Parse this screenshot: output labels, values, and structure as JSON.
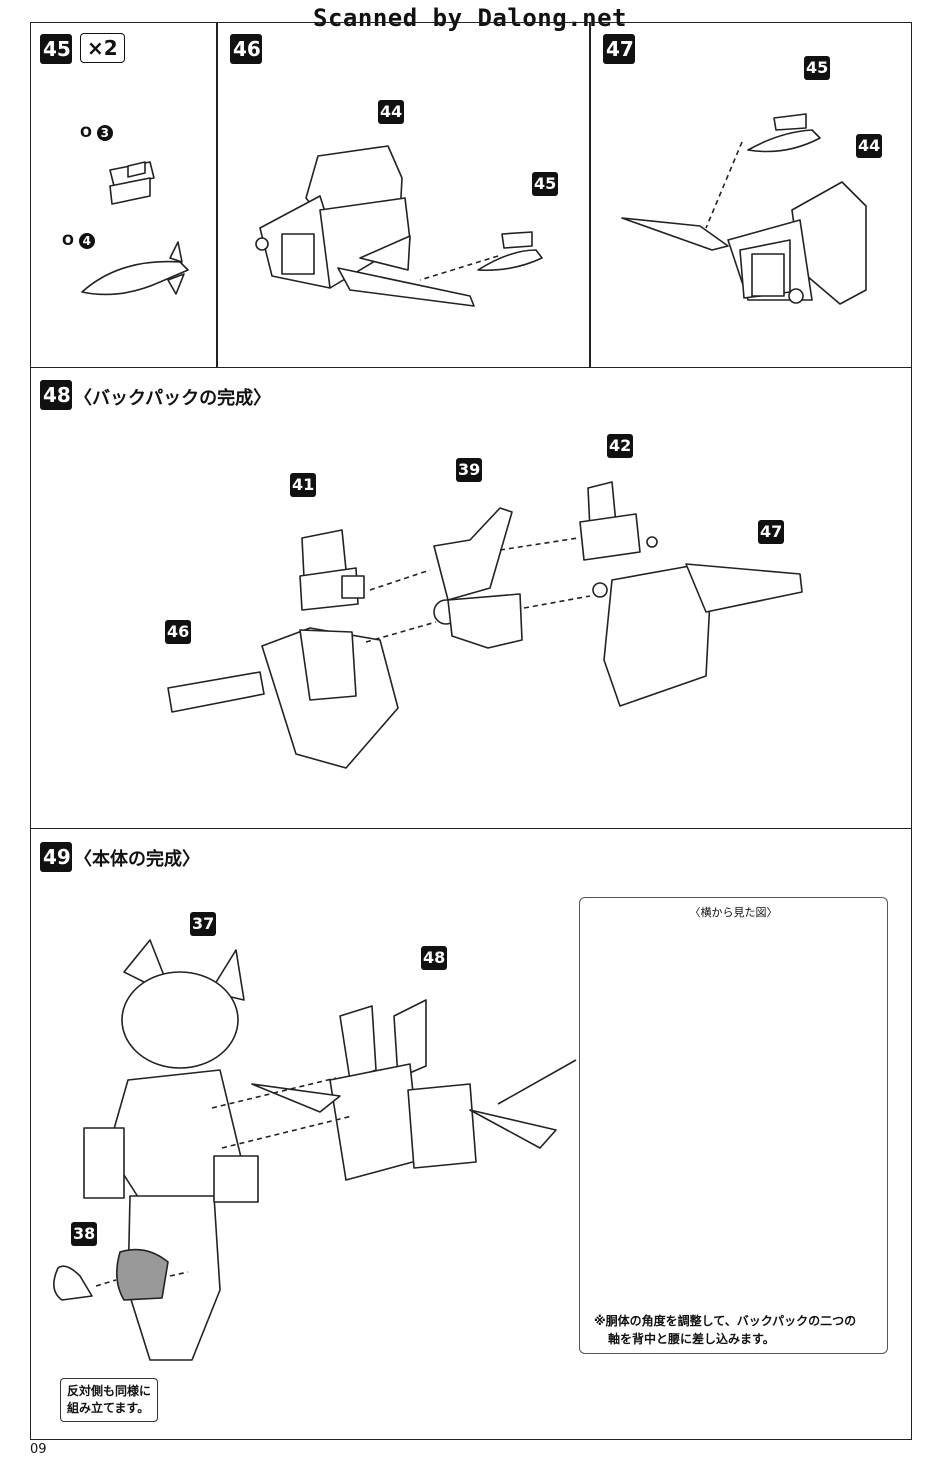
{
  "watermark": "Scanned by Dalong.net",
  "page_number": "09",
  "steps": {
    "s45": {
      "number": "45",
      "multiplier": "×2",
      "part_hints": [
        {
          "label": "O",
          "num": "3"
        },
        {
          "label": "O",
          "num": "4"
        }
      ]
    },
    "s46": {
      "number": "46",
      "parts": [
        "44",
        "45"
      ]
    },
    "s47": {
      "number": "47",
      "parts": [
        "45",
        "44"
      ]
    },
    "s48": {
      "number": "48",
      "title": "〈バックパックの完成〉",
      "parts": [
        "41",
        "39",
        "42",
        "47",
        "46"
      ]
    },
    "s49": {
      "number": "49",
      "title": "〈本体の完成〉",
      "parts": [
        "37",
        "48",
        "38"
      ],
      "side_view_title": "〈横から見た図〉",
      "side_view_note_line1": "※胴体の角度を調整して、バックパックの二つの",
      "side_view_note_line2": "軸を背中と腰に差し込みます。",
      "callout_line1": "反対側も同様に",
      "callout_line2": "組み立てます。"
    }
  }
}
